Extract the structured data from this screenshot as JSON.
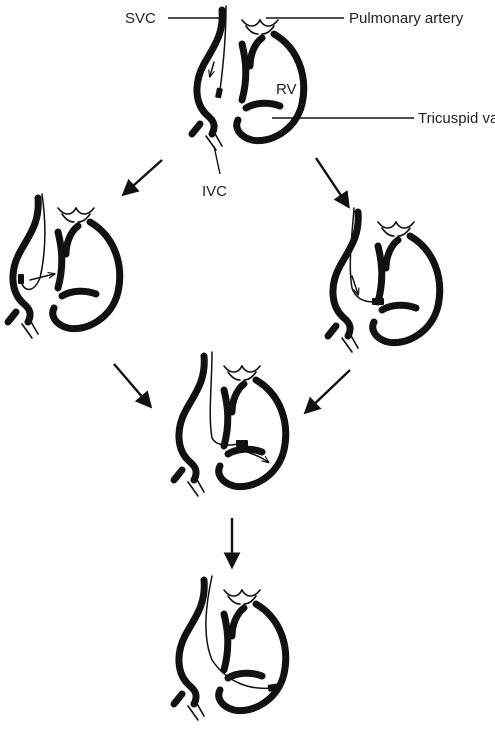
{
  "labels": {
    "svc": "SVC",
    "pulmonary_artery": "Pulmonary artery",
    "rv": "RV",
    "tricuspid_valve": "Tricuspid valve",
    "ivc": "IVC"
  },
  "stages": [
    {
      "id": "stage-1",
      "step": 1,
      "catheter": "advanced from SVC toward right atrium"
    },
    {
      "id": "stage-2a",
      "step": 2,
      "catheter": "looped in right atrium"
    },
    {
      "id": "stage-2b",
      "step": 2,
      "catheter": "directed toward tricuspid valve"
    },
    {
      "id": "stage-3",
      "step": 3,
      "catheter": "tip crossing tricuspid valve into RV"
    },
    {
      "id": "stage-4",
      "step": 4,
      "catheter": "tip positioned in RV apex"
    }
  ],
  "colors": {
    "ink": "#111111",
    "background": "#ffffff"
  }
}
